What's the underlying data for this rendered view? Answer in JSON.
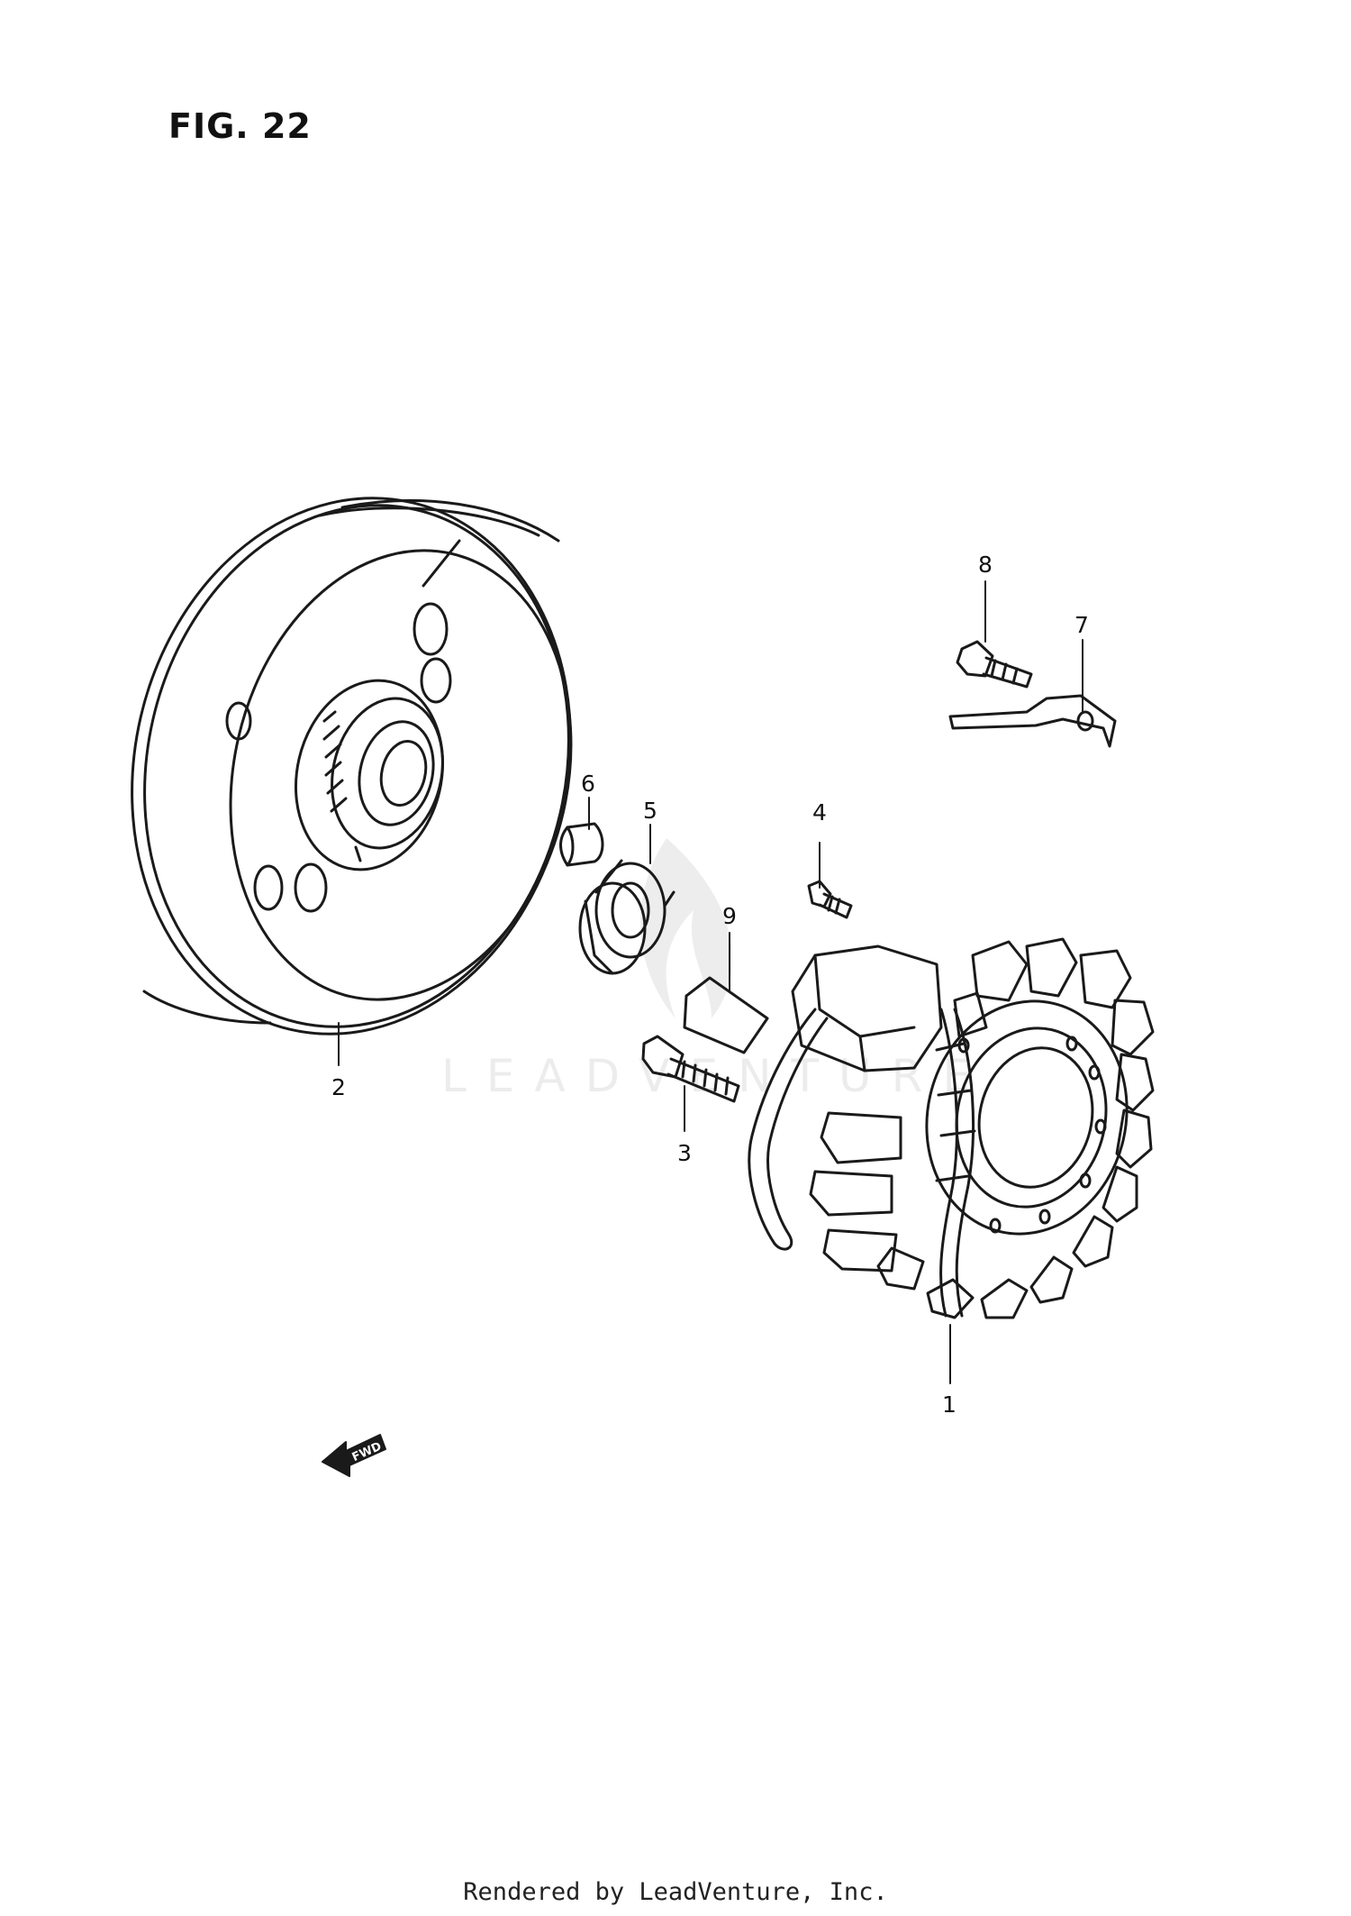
{
  "figure": {
    "title": "FIG. 22"
  },
  "callouts": [
    {
      "id": "1",
      "label": "1"
    },
    {
      "id": "2",
      "label": "2"
    },
    {
      "id": "3",
      "label": "3"
    },
    {
      "id": "4",
      "label": "4"
    },
    {
      "id": "5",
      "label": "5"
    },
    {
      "id": "6",
      "label": "6"
    },
    {
      "id": "7",
      "label": "7"
    },
    {
      "id": "8",
      "label": "8"
    },
    {
      "id": "9",
      "label": "9"
    }
  ],
  "fwd_arrow": {
    "label": "FWD"
  },
  "watermark": {
    "text": "LEADVENTURE"
  },
  "footer": {
    "text": "Rendered by LeadVenture, Inc."
  },
  "colors": {
    "line": "#1a1a1a",
    "background": "#ffffff"
  },
  "icons": {
    "direction": "fwd-arrow-icon",
    "logo": "leadventure-flame-logo"
  }
}
